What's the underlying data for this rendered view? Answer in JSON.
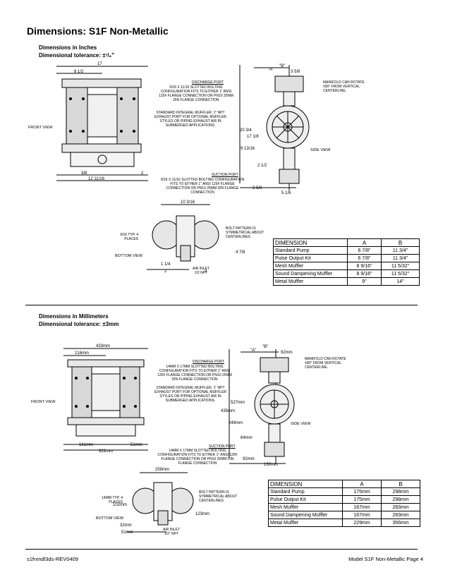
{
  "title": "Dimensions: S1F Non-Metallic",
  "inches": {
    "heading": "Dimensions in Inches",
    "tolerance": "Dimensional tolerance: ±¹/₈\"",
    "views": {
      "front": "FRONT VIEW",
      "side": "SIDE VIEW",
      "bottom": "BOTTOM VIEW"
    },
    "notes": {
      "discharge_title": "DISCHARGE PORT",
      "discharge": "9/16 x 11/16 SLOTTED BOLTING CONFIGURATION FITS TO EITHER 1\" ANSI 125# FLANGE CONNECTION OR PN10 25mm DIN FLANGE CONNECTION",
      "muffler": "STANDARD INTEGRAL MUFFLER; 1\" NPT EXHAUST PORT FOR OPTIONAL MUFFLER STYLES OR PIPING EXHAUST AIR IN SUBMERGED APPLICATIONS.",
      "suction_title": "SUCTION PORT",
      "suction": "9/16 x 11/16 SLOTTED BOLTING CONFIGURATION FITS TO EITHER 1\" ANSI 125# FLANGE CONNECTION OR PN10 25mm DIN FLANGE CONNECTION",
      "manifold": "MANIFOLD CAN ROTATE ±90° FROM VERTICAL CENTERLINE.",
      "bolt": "BOLT PATTERN IS SYMMETRICAL ABOUT CENTERLINES",
      "air_inlet": "AIR INLET 1/2 NPT",
      "mount_holes": "9/16 TYP. 4 PLACES"
    },
    "dims": {
      "overall_w": "17",
      "half_w": "8 1/2",
      "base_w": "12 11/16",
      "foot_l": "3/8",
      "foot_r": "2",
      "bracket_a": "\"A\"",
      "bracket_b": "\"B\"",
      "top_r": "3 5/8",
      "h_total": "20 3/4",
      "h_17": "17 1/8",
      "h_9": "9 13/16",
      "h_2": "2 1/2",
      "bot_l": "3 5/8",
      "bot_r": "5 1/8",
      "bottom_w": "10 3/16",
      "bottom_h": "4 7/8",
      "bottom_l": "1 1/4",
      "bottom_2": "2",
      "bottom_3": "3"
    },
    "table": {
      "headers": [
        "DIMENSION",
        "A",
        "B"
      ],
      "rows": [
        [
          "Standard Pump",
          "6 7/8\"",
          "11 3/4\""
        ],
        [
          "Pulse Output Kit",
          "6 7/8\"",
          "11 3/4\""
        ],
        [
          "Mesh Muffler",
          "8 9/16\"",
          "11 5/32\""
        ],
        [
          "Sound Dampening Muffler",
          "8 9/16\"",
          "11 5/32\""
        ],
        [
          "Metal Muffler",
          "9\"",
          "14\""
        ]
      ]
    }
  },
  "mm": {
    "heading": "Dimensions in Millimeters",
    "tolerance": "Dimensional tolerance: ±3mm",
    "views": {
      "front": "FRONT VIEW",
      "side": "SIDE VIEW",
      "bottom": "BOTTOM VIEW"
    },
    "notes": {
      "discharge_title": "DISCHARGE PORT",
      "discharge": "14mm x 17mm SLOTTED BOLTING CONFIGURATION FITS TO EITHER 1\" ANSI 125# FLANGE CONNECTION OR PN10 25mm DIN FLANGE CONNECTION",
      "muffler": "STANDARD INTEGRAL MUFFLER; 1\" NPT EXHAUST PORT FOR OPTIONAL MUFFLER STYLES OR PIPING EXHAUST AIR IN SUBMERGED APPLICATIONS.",
      "suction_title": "SUCTION PORT",
      "suction": "14mm x 17mm SLOTTED BOLTING CONFIGURATION FITS TO EITHER 1\" ANSI 125# FLANGE CONNECTION OR PN10 25mm DIN FLANGE CONNECTION",
      "manifold": "MANIFOLD CAN ROTATE ±90° FROM VERTICAL CENTERLINE.",
      "bolt": "BOLT PATTERN IS SYMMETRICAL ABOUT CENTERLINES",
      "air_inlet": "AIR INLET 1/2\" NPT",
      "mount_holes": "14mm TYP. 4 PLACES"
    },
    "dims": {
      "overall_w": "433mm",
      "half_w": "216mm",
      "base_w": "322mm",
      "foot_l": "161mm",
      "foot_r": "51mm",
      "bracket_a": "\"A\"",
      "bracket_b": "\"B\"",
      "top_r": "92mm",
      "h_total": "527mm",
      "h_17": "435mm",
      "h_9": "249mm",
      "h_2": "64mm",
      "bot_l": "92mm",
      "bot_r": "130mm",
      "bottom_w": "259mm",
      "bottom_h": "123mm",
      "bottom_l": "32mm",
      "bottom_2": "51mm",
      "bottom_3": "102mm"
    },
    "table": {
      "headers": [
        "DIMENSION",
        "A",
        "B"
      ],
      "rows": [
        [
          "Standard Pump",
          "175mm",
          "298mm"
        ],
        [
          "Pulse Output Kit",
          "175mm",
          "298mm"
        ],
        [
          "Mesh Muffler",
          "167mm",
          "283mm"
        ],
        [
          "Sound Dampening Muffler",
          "167mm",
          "283mm"
        ],
        [
          "Metal Muffler",
          "229mm",
          "356mm"
        ]
      ]
    }
  },
  "footer": {
    "left": "s1fnmdl3ds-REV0409",
    "right": "Model S1F Non-Metallic Page 4"
  }
}
